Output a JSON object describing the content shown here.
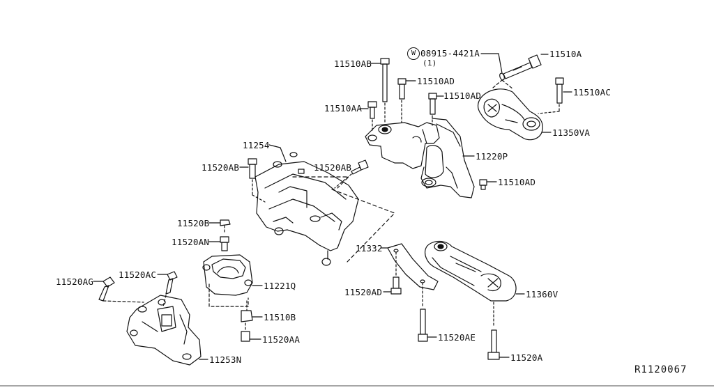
{
  "diagram": {
    "reference_code": "R1120067",
    "washer_symbol": "W",
    "parts": {
      "p_11510A": "11510A",
      "p_08915_4421A": "08915-4421A",
      "p_qty_1": "(1)",
      "p_11510AB": "11510AB",
      "p_11510AD_top": "11510AD",
      "p_11510AA": "11510AA",
      "p_11510AD_mid": "11510AD",
      "p_11510AC": "11510AC",
      "p_11350VA": "11350VA",
      "p_11254": "11254",
      "p_11220P": "11220P",
      "p_11520AB_left": "11520AB",
      "p_11520AB_mid": "11520AB",
      "p_11510AD_right": "11510AD",
      "p_11520B": "11520B",
      "p_11520AN": "11520AN",
      "p_11332": "11332",
      "p_11520AG": "11520AG",
      "p_11520AC": "11520AC",
      "p_11221Q": "11221Q",
      "p_11520AD": "11520AD",
      "p_11360V": "11360V",
      "p_11510B": "11510B",
      "p_11520AA": "11520AA",
      "p_11520AE": "11520AE",
      "p_11253N": "11253N",
      "p_11520A": "11520A"
    }
  }
}
